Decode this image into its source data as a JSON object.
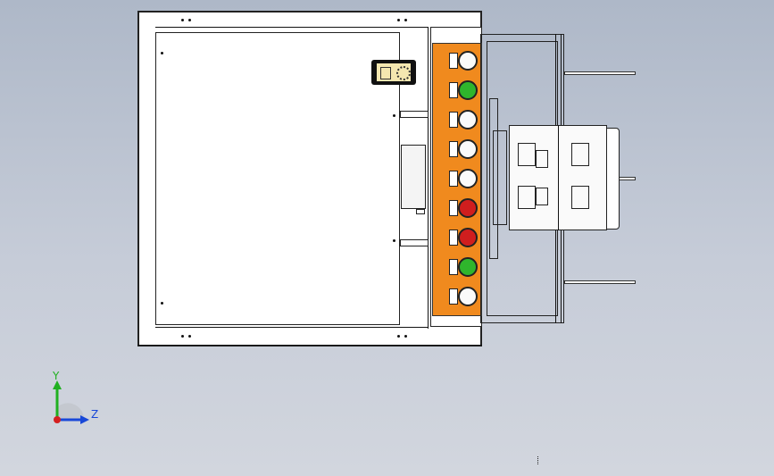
{
  "viewport": {
    "title": "CAD top view",
    "axis_triad": {
      "y_label": "Y",
      "z_label": "Z"
    },
    "switch_colors": {
      "green": "#2fb52c",
      "red": "#d01e1e",
      "white": "#fafafa",
      "panel": "#f08a1e"
    },
    "machine": {
      "switches": [
        "white",
        "green",
        "white",
        "white",
        "white",
        "red",
        "red",
        "green",
        "white"
      ]
    }
  }
}
